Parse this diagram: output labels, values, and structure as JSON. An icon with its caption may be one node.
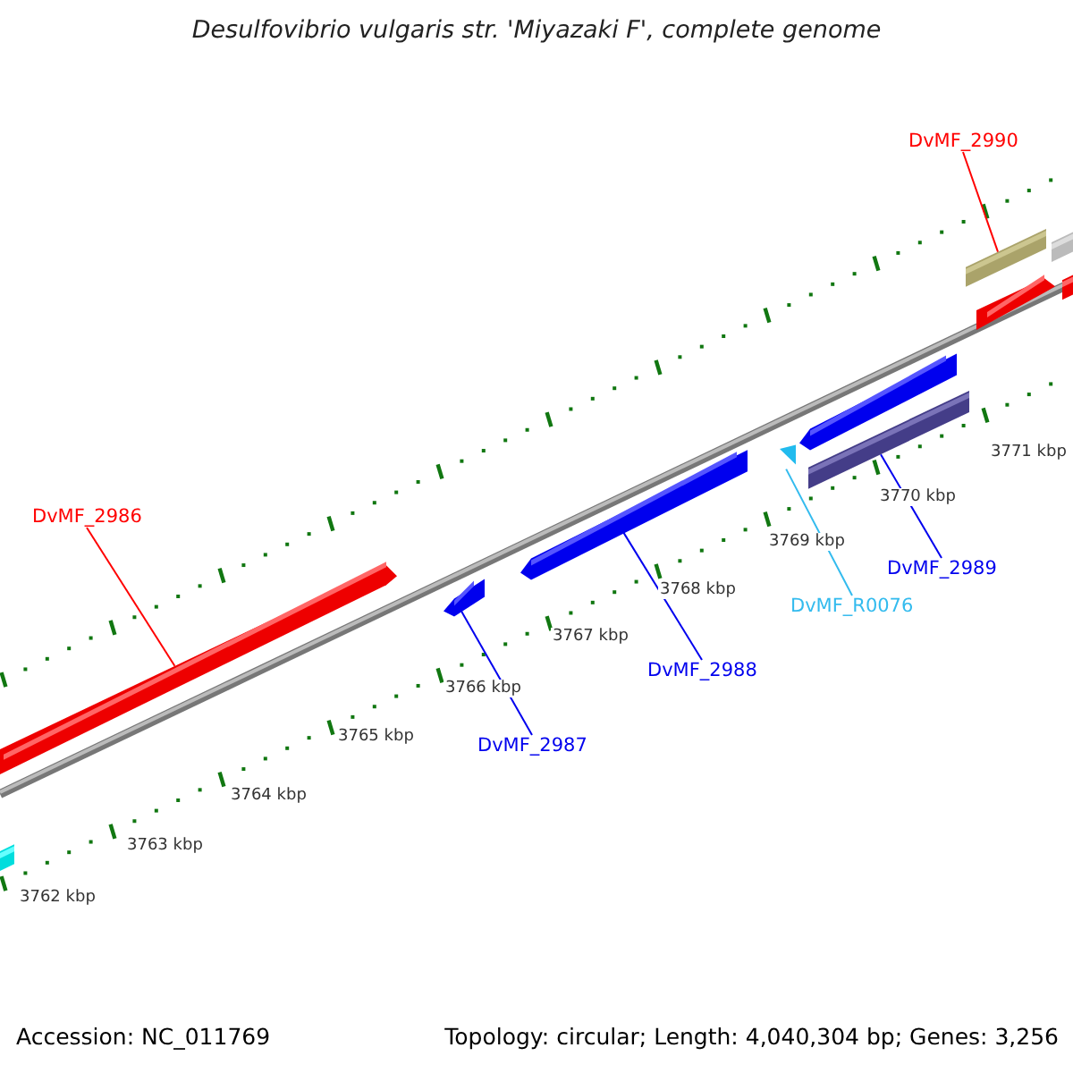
{
  "diagram": {
    "title": "Desulfovibrio vulgaris str. 'Miyazaki F', complete genome",
    "nodes": [
      {
        "text": [
          "DvMF_2990"
        ]
      },
      {
        "text": [],
        "shape": "bar"
      },
      {
        "text": [],
        "shape": "bar"
      },
      {
        "text": [],
        "shape": "bar"
      },
      {
        "text": [],
        "shape": "bar"
      },
      {
        "text": [],
        "shape": "bar"
      },
      {
        "text": [],
        "shape": "bar"
      },
      {
        "text": [],
        "shape": "triangle"
      },
      {
        "text": [
          "DvMF_2986"
        ]
      },
      {
        "text": [],
        "shape": "bar"
      },
      {
        "text": [],
        "shape": "bar"
      },
      {
        "text": [],
        "shape": "bar"
      },
      {
        "text": [
          "DvMF_R0076"
        ]
      },
      {
        "text": [
          "DvMF_2989"
        ]
      },
      {
        "text": [
          "DvMF_2988"
        ]
      },
      {
        "text": [
          "DvMF_2987"
        ]
      },
      {
        "text": [],
        "shape": "bar"
      }
    ],
    "edges": [
      {
        "from": 0,
        "to": 2,
        "arrow": "none",
        "color": "#ff0000"
      },
      {
        "from": 8,
        "to": 11,
        "arrow": "none",
        "color": "#ff0000"
      },
      {
        "from": 15,
        "to": 10,
        "arrow": "none"
      },
      {
        "from": 14,
        "to": 9,
        "arrow": "none"
      },
      {
        "from": 12,
        "to": 7,
        "arrow": "none",
        "color": "#33bbee"
      },
      {
        "from": 13,
        "to": 6,
        "arrow": "none"
      }
    ],
    "labels": [
      "3771 kbp",
      "3770 kbp",
      "3769 kbp",
      "3768 kbp",
      "3767 kbp",
      "3766 kbp",
      "3765 kbp",
      "3764 kbp",
      "3763 kbp",
      "3762 kbp",
      "Accession: NC_011769",
      "Topology: circular; Length: 4,040,304 bp; Genes: 3,256"
    ]
  }
}
